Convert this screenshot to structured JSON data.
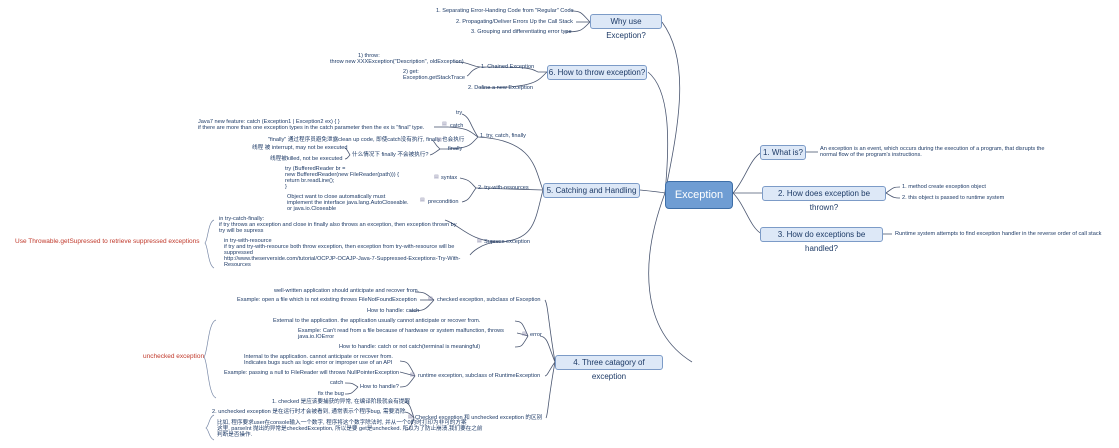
{
  "root": "Exception",
  "right": {
    "what": {
      "title": "1. What is?",
      "text": [
        "An exception is an event, which occurs during the execution of a program, that disrupts the",
        "normal flow of the program's instructions."
      ]
    },
    "thrown": {
      "title": "2. How does exception be thrown?",
      "items": [
        "1. method create exception object",
        "2. this object is passed to runtime system"
      ]
    },
    "handled": {
      "title": "3. How do exceptions be handled?",
      "text": "Runtime system attempts to find exception handler in the reverse order of call stack"
    }
  },
  "why": {
    "title": "Why use Exception?",
    "items": [
      "1. Separating Error-Handing Code from \"Regular\" Code",
      "2. Propagating/Deliver Errors Up the Call Stack",
      "3. Grouping and differentiating error type"
    ]
  },
  "throw": {
    "title": "6. How to throw exception?",
    "chained": "1. Chained Exception",
    "throw_lines": [
      "1) throw:",
      "throw new XXXException(\"Description\", oldException)"
    ],
    "get_lines": [
      "2) get:",
      "Exception.getStackTrace"
    ],
    "define": "2. Define a new Exception"
  },
  "catching": {
    "title": "5. Catching and Handling",
    "tcf": "1. try, catch, finally",
    "try": "try",
    "catch": "catch",
    "catch_note": [
      "Java7 new feature: catch (Exception1 | Exception2 ex) { }",
      "if there are more than one exception types in the catch parameter then the ex is \"final\" type."
    ],
    "finally": "finally",
    "finally_note": "\"finally\" 通过程序员避免泄露clean up code, 即使catch没有执行, finally 也会执行",
    "finally_when": "什么情况下 finally 不会被执行?",
    "interrupt": "线程 被 interrupt, may not be executed",
    "killed": "线程被killed, not be executed",
    "twr": "2. try-with-resources",
    "syntax": "syntax",
    "syntax_code": [
      "try (BufferedReader br =",
      "            new BufferedReader(new FileReader(path))) {",
      "    return br.readLine();",
      "}"
    ],
    "precondition": "precondition",
    "pre_lines": [
      "Object want to close automatically must",
      "implement the interface java.lang.AutoCloseable.",
      "or java.io.Closeable"
    ],
    "suppress": "Supress exception",
    "suppress_lines": [
      "in try-catch-finally:",
      "if try throws an exception and close in finally also throws an exception, then exception thrown by",
      "try will be supress",
      "",
      "in try-with-resource",
      "if try and try-with-resource both throw exception, then exception from try-with-resource will be",
      "suppressed",
      "http://www.theserverside.com/tutorial/OCPJP-OCAJP-Java-7-Suppressed-Exceptions-Try-With-",
      "Resources"
    ],
    "red_note": "Use Throwable.getSupressed to retrieve suppressed exceptions"
  },
  "category": {
    "title": "4. Three catagory of exception",
    "checked": "checked exception, subclass of Exception",
    "checked_lines": [
      "well-written application should anticipate and recover from.",
      "Example: open a file which is not existing throws FileNotFoundException",
      "How to handle: catch"
    ],
    "error": "error",
    "error_lines": [
      "External to the application. the application usually cannot anticipate or recover from.",
      "Example: Can't read from a file because of hardware or system malfunction, throws",
      "java.io.IOError",
      "How to handle: catch or not catch(terminal is meaningful)"
    ],
    "runtime": "runtime exception, subclass of RuntimeException",
    "runtime_lines": [
      "Internal to the application. cannot anticipate or recover from.",
      "Indicates bugs such as logic error or improper use of an API",
      "Example: passing a null to FileReader will throws NullPointerException"
    ],
    "how": "How to handle?",
    "how_items": [
      "catch",
      "fix the bug"
    ],
    "unchecked_red": "unchecked exception",
    "cu": "Checked exception 和 unchecked exception 的区别",
    "cu_lines": [
      "1. checked 是应该要捕获的异常, 在编译阶段就会有提醒",
      "2. unchecked exception 是在运行时才会被看到, 通常表示个程序bug, 需要消除",
      "比如, 程序要求user在console输入一个数字, 程序将这个数字除法时, 并从一个0的时打印为非可的方案",
      "这里, parseInt 抛出的异常是checkedException, 所以是要 get是unchecked. 所以为了防止崩溃,我们要在之前",
      "判断是否操作."
    ]
  }
}
